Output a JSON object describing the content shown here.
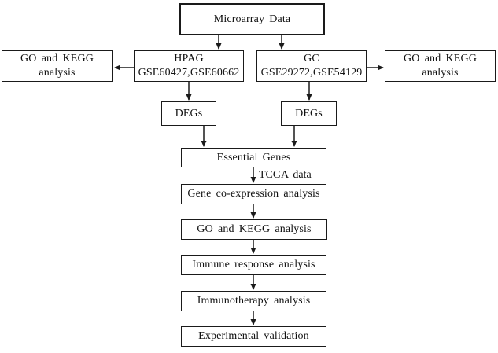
{
  "diagram": {
    "background_color": "#ffffff",
    "line_color": "#1a1a1a",
    "nodes": {
      "microarray": {
        "label": "Microarray Data"
      },
      "hpag": {
        "line1": "HPAG",
        "line2": "GSE60427,GSE60662"
      },
      "gc": {
        "line1": "GC",
        "line2": "GSE29272,GSE54129"
      },
      "go_kegg_left": {
        "line1": "GO and KEGG",
        "line2": "analysis"
      },
      "go_kegg_right": {
        "line1": "GO and KEGG",
        "line2": "analysis"
      },
      "degs_left": {
        "label": "DEGs"
      },
      "degs_right": {
        "label": "DEGs"
      },
      "essential_genes": {
        "label": "Essential Genes"
      },
      "gene_coexpression": {
        "label": "Gene co-expression analysis"
      },
      "go_kegg_analysis": {
        "label": "GO and KEGG analysis"
      },
      "immune_response": {
        "label": "Immune response analysis"
      },
      "immunotherapy": {
        "label": "Immunotherapy analysis"
      },
      "experimental_validation": {
        "label": "Experimental validation"
      }
    },
    "edge_labels": {
      "tcga": "TCGA data"
    }
  }
}
